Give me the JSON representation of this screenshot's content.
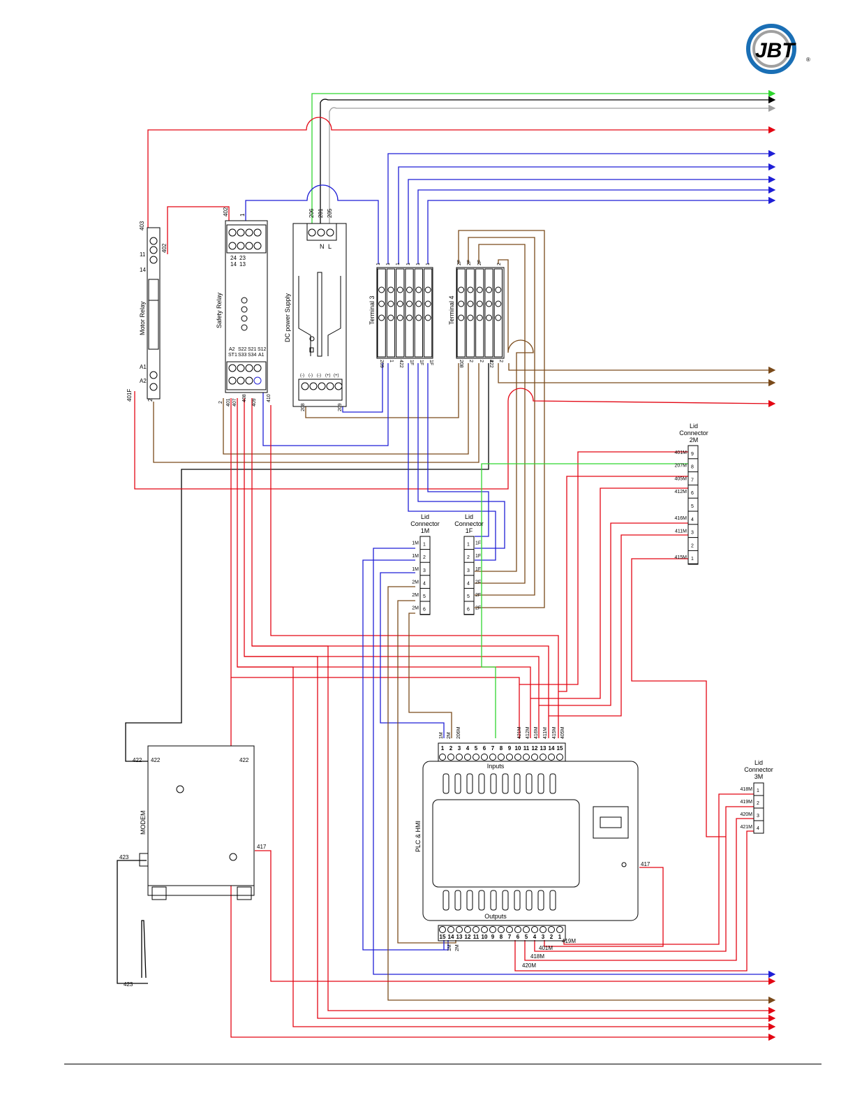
{
  "logo": {
    "text": "JBT",
    "reg": "®"
  },
  "colors": {
    "red": "#e30613",
    "blue": "#1f1fd6",
    "green": "#2fd62f",
    "black": "#000000",
    "gray": "#a0a0a0",
    "brown": "#7a4a1a"
  },
  "components": {
    "motor_relay": {
      "label": "Motor Relay",
      "t_top": "403",
      "t_402": "402",
      "t_11": "11",
      "t_14": "14",
      "t_a1": "A1",
      "t_a2": "A2",
      "t_401f": "401F",
      "t_2": "2"
    },
    "safety_relay": {
      "label": "Safety Relay",
      "t_402": "402",
      "t_1": "1",
      "top_l1": "24",
      "top_l2": "14",
      "top_r1": "23",
      "top_r2": "13",
      "bot_a2": "A2",
      "bot_st1": "ST1",
      "bot_s22": "S22",
      "bot_s33": "S33",
      "bot_s21": "S21",
      "bot_s34": "S34",
      "bot_s12": "S12",
      "bot_a1": "A1",
      "w_2": "2",
      "w_401": "401",
      "w_407": "407",
      "w_408": "408",
      "w_409": "409",
      "w_410": "410"
    },
    "dc_power": {
      "label": "DC power Supply",
      "t_206": "206",
      "t_201": "201",
      "t_205": "205",
      "t_n": "N",
      "t_l": "L",
      "out": [
        "(-)",
        "(-)",
        "(-)",
        "(+)",
        "(+)"
      ],
      "w_208": "208",
      "w_209": "209"
    },
    "terminal3": {
      "label": "Terminal 3",
      "top": [
        "1",
        "1",
        "1",
        "1",
        "1",
        "1"
      ],
      "bottom": [
        "209",
        "1",
        "422",
        "1F",
        "1F",
        "1F"
      ]
    },
    "terminal4": {
      "label": "Terminal 4",
      "top": [
        "2F",
        "2F",
        "2F",
        "2"
      ],
      "bottom": [
        "208",
        "2",
        "2",
        "2",
        "422",
        "2"
      ]
    },
    "lid_2m": {
      "title": [
        "Lid",
        "Connector",
        "2M"
      ],
      "pins": [
        "9",
        "8",
        "7",
        "6",
        "5",
        "4",
        "3",
        "2",
        "1"
      ],
      "wires": [
        "401M",
        "207M",
        "405M",
        "412M",
        "",
        "416M",
        "411M",
        "",
        "415M"
      ]
    },
    "lid_1m": {
      "title": [
        "Lid",
        "Connector",
        "1M"
      ],
      "pins": [
        "1",
        "2",
        "3",
        "4",
        "5",
        "6"
      ],
      "wires": [
        "1M",
        "1M",
        "1M",
        "2M",
        "2M",
        "2M"
      ]
    },
    "lid_1f": {
      "title": [
        "Lid",
        "Connector",
        "1F"
      ],
      "pins": [
        "1",
        "2",
        "3",
        "4",
        "5",
        "6"
      ],
      "wires": [
        "1F",
        "1F",
        "1F",
        "2F",
        "2F",
        "2F"
      ]
    },
    "lid_3m": {
      "title": [
        "Lid",
        "Connector",
        "3M"
      ],
      "pins": [
        "1",
        "2",
        "3",
        "4"
      ],
      "wires": [
        "418M",
        "419M",
        "420M",
        "421M"
      ]
    },
    "modem": {
      "label": "MODEM",
      "t_422a": "422",
      "t_422b": "422",
      "t_422c": "422",
      "t_417": "417",
      "t_423a": "423",
      "t_423b": "423"
    },
    "plc": {
      "label": "PLC & HMI",
      "inputs": "Inputs",
      "outputs": "Outputs",
      "in_pins": [
        "1",
        "2",
        "3",
        "4",
        "5",
        "6",
        "7",
        "8",
        "9",
        "10",
        "11",
        "12",
        "13",
        "14",
        "15"
      ],
      "out_pins": [
        "15",
        "14",
        "13",
        "12",
        "11",
        "10",
        "9",
        "8",
        "7",
        "6",
        "5",
        "4",
        "3",
        "2",
        "1"
      ],
      "in_wires": [
        "1M",
        "2M",
        "206M",
        "421M",
        "412M",
        "416M",
        "411M",
        "415M",
        "405M"
      ],
      "out_wires": [
        "1M",
        "2M"
      ],
      "t_417": "417",
      "t_419m": "419M",
      "t_401m": "401M",
      "t_418m": "418M",
      "t_420m": "420M"
    }
  }
}
